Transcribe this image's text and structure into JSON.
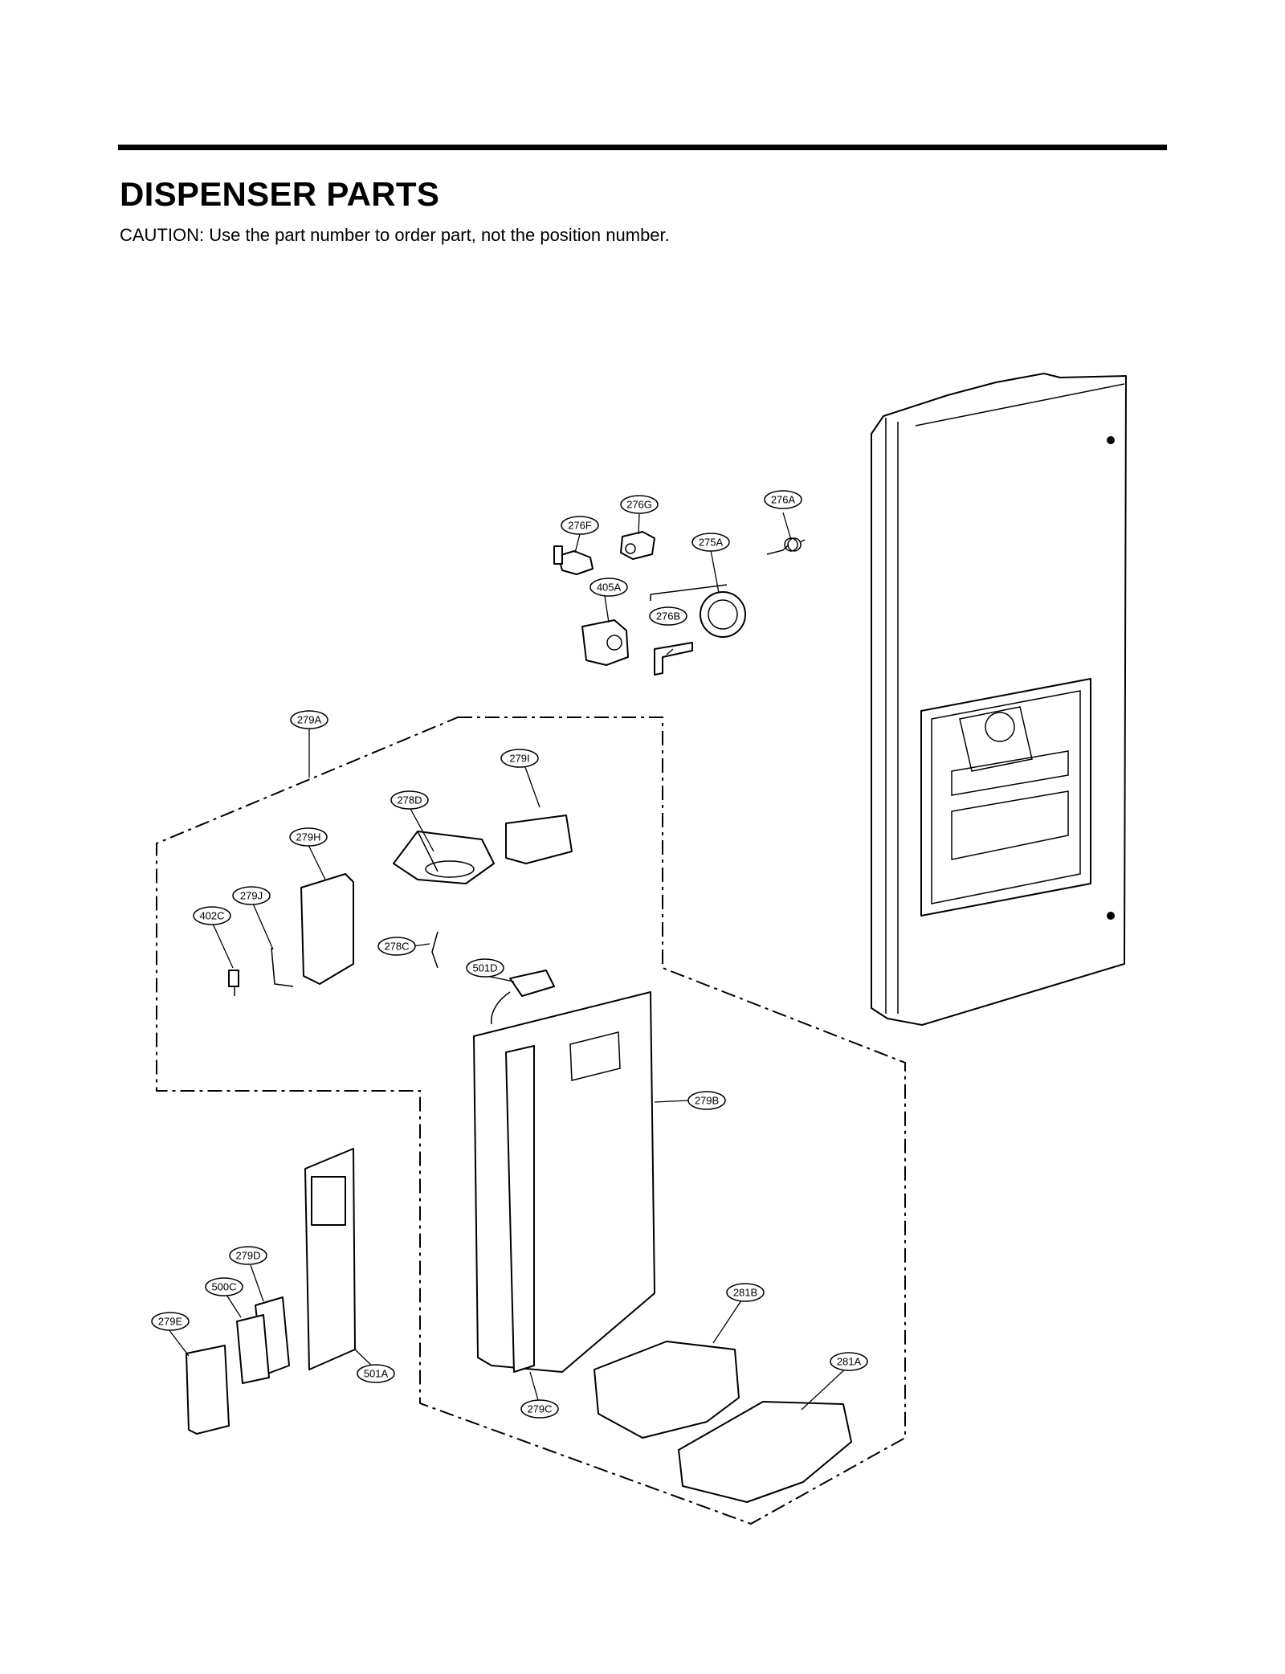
{
  "header": {
    "title": "DISPENSER PARTS",
    "caution": "CAUTION: Use the part number to order part, not the position number."
  },
  "callouts": {
    "276A": "276A",
    "276G": "276G",
    "276F": "276F",
    "275A": "275A",
    "405A": "405A",
    "276B": "276B",
    "279A": "279A",
    "279I": "279I",
    "278D": "278D",
    "279H": "279H",
    "279J": "279J",
    "402C": "402C",
    "278C": "278C",
    "501D": "501D",
    "279B": "279B",
    "279D": "279D",
    "500C": "500C",
    "279E": "279E",
    "501A": "501A",
    "281B": "281B",
    "281A": "281A",
    "279C": "279C"
  }
}
